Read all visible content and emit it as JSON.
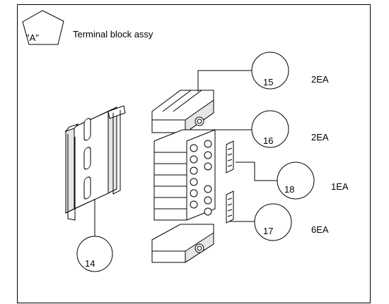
{
  "view": {
    "marker": "\"A\"",
    "title": "Terminal block assy"
  },
  "callouts": [
    {
      "part": "15",
      "qty": "2EA"
    },
    {
      "part": "16",
      "qty": "2EA"
    },
    {
      "part": "18",
      "qty": "1EA"
    },
    {
      "part": "17",
      "qty": "6EA"
    },
    {
      "part": "14",
      "qty": ""
    }
  ]
}
